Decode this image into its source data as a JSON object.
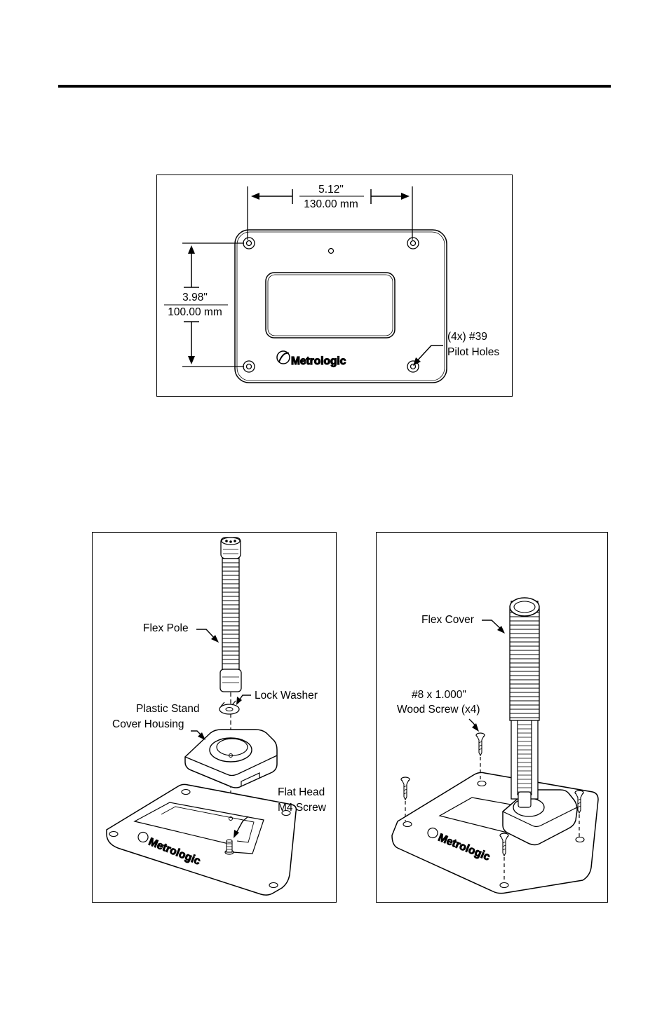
{
  "template": {
    "width_in": "5.12\"",
    "width_mm": "130.00 mm",
    "height_in": "3.98\"",
    "height_mm": "100.00 mm",
    "pilot_line1": "(4x) #39",
    "pilot_line2": "Pilot Holes",
    "logo": "Metrologic"
  },
  "left_figure": {
    "flex_pole": "Flex Pole",
    "lock_washer": "Lock Washer",
    "housing_line1": "Plastic Stand",
    "housing_line2": "Cover Housing",
    "screw_line1": "Flat Head",
    "screw_line2": "M4 Screw",
    "logo": "Metrologic"
  },
  "right_figure": {
    "flex_cover": "Flex Cover",
    "wood_line1": "#8 x 1.000\"",
    "wood_line2": "Wood Screw (x4)",
    "logo": "Metrologic"
  }
}
